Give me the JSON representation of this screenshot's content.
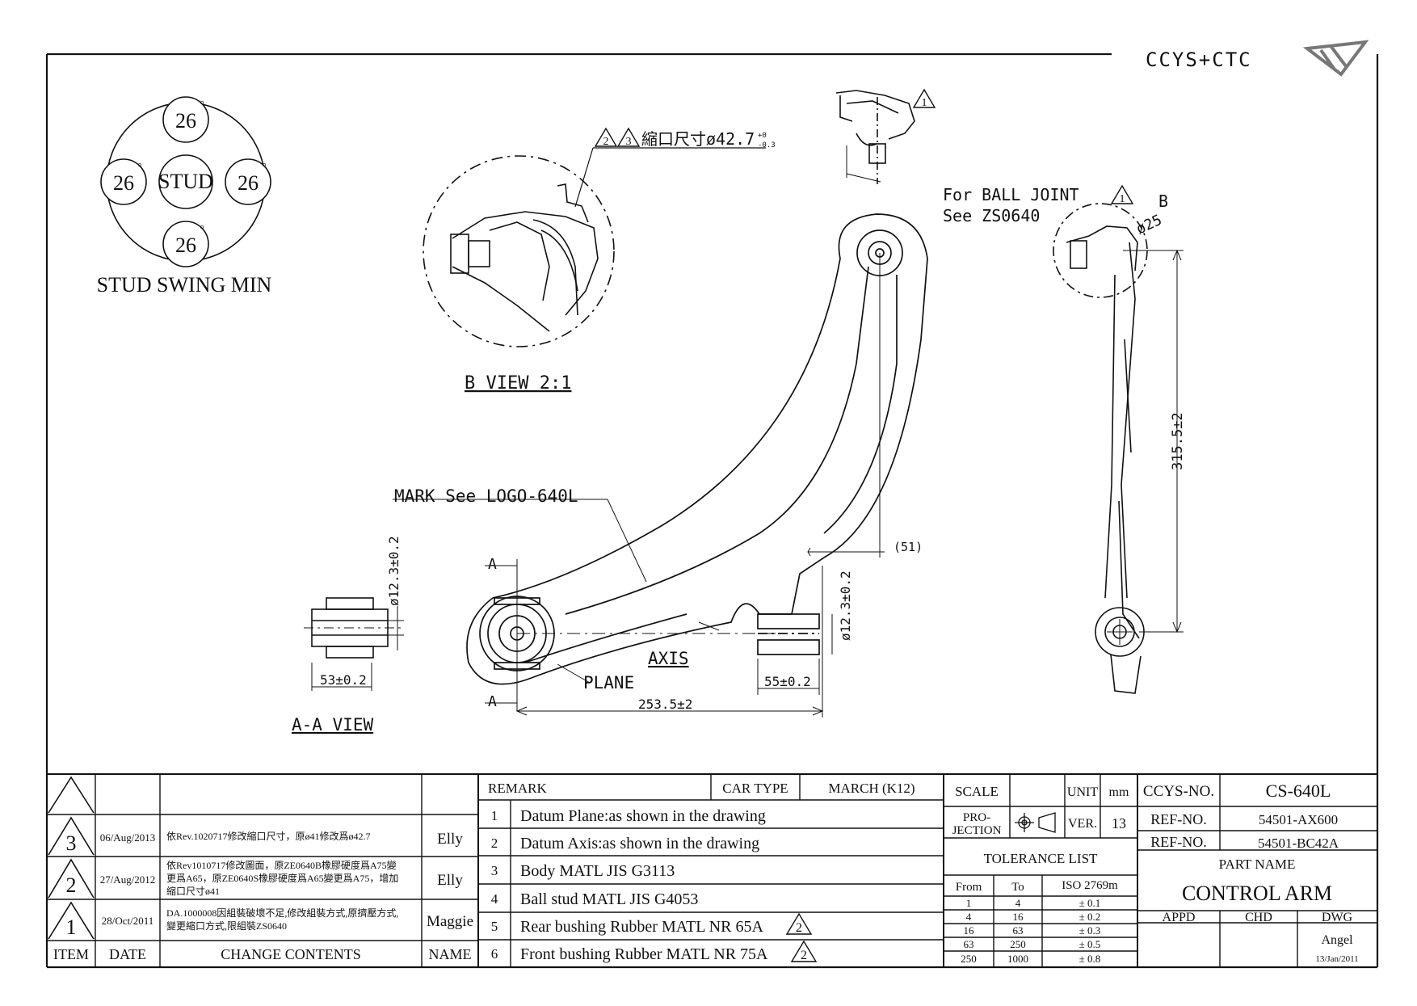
{
  "logo": {
    "text": "CCYS+CTC"
  },
  "stud_swing": {
    "center_label": "STUD",
    "angles": [
      "26",
      "26",
      "26",
      "26"
    ],
    "degree_mark": "°",
    "title": "STUD SWING MIN"
  },
  "b_view": {
    "note": "縮口尺寸ø42.7",
    "tol_upper": "+0",
    "tol_lower": "-0.3",
    "rev_marks": [
      "2",
      "3"
    ],
    "title": "B VIEW 2:1"
  },
  "top_detail": {
    "rev_mark": "1"
  },
  "ball_joint": {
    "line1": "For BALL JOINT",
    "line2": "See ZS0640",
    "rev_mark": "1",
    "label_b": "B",
    "dim": "ø25"
  },
  "side_view": {
    "height_dim": "315.5±2"
  },
  "main_view": {
    "mark": "MARK See LOGO-640L",
    "axis": "AXIS",
    "plane": "PLANE",
    "a_top": "A",
    "a_bottom": "A",
    "offset_dim": "(51)",
    "bush_dia": "ø12.3±0.2",
    "bush_width": "55±0.2",
    "length": "253.5±2"
  },
  "aa_view": {
    "dia": "ø12.3±0.2",
    "width": "53±0.2",
    "title": "A-A VIEW"
  },
  "revisions": [
    {
      "item": "3",
      "date": "06/Aug/2013",
      "lines": [
        "依Rev.1020717修改縮口尺寸，原ø41修改爲ø42.7"
      ],
      "name": "Elly"
    },
    {
      "item": "2",
      "date": "27/Aug/2012",
      "lines": [
        "依Rev1010717修改圖面，原ZE0640B橡膠硬度爲A75變",
        "更爲A65，原ZE0640S橡膠硬度爲A65變更爲A75，增加",
        "縮口尺寸ø41"
      ],
      "name": "Elly"
    },
    {
      "item": "1",
      "date": "28/Oct/2011",
      "lines": [
        "DA.1000008因組裝破壞不足,修改組裝方式,原擠壓方式,",
        "變更縮口方式,限組裝ZS0640"
      ],
      "name": "Maggie"
    }
  ],
  "rev_headers": {
    "item": "ITEM",
    "date": "DATE",
    "contents": "CHANGE CONTENTS",
    "name": "NAME"
  },
  "remark": {
    "header": "REMARK",
    "car_type_label": "CAR TYPE",
    "car_type": "MARCH (K12)",
    "items": [
      {
        "no": "1",
        "text": "Datum Plane:as shown in the drawing",
        "rev": ""
      },
      {
        "no": "2",
        "text": "Datum Axis:as shown in the drawing",
        "rev": ""
      },
      {
        "no": "3",
        "text": "Body MATL JIS G3113",
        "rev": ""
      },
      {
        "no": "4",
        "text": "Ball stud MATL JIS G4053",
        "rev": ""
      },
      {
        "no": "5",
        "text": "Rear bushing Rubber MATL NR 65A",
        "rev": "2"
      },
      {
        "no": "6",
        "text": "Front bushing Rubber MATL NR 75A",
        "rev": "2"
      }
    ]
  },
  "spec": {
    "scale_label": "SCALE",
    "unit_label": "UNIT",
    "unit": "mm",
    "projection_label_1": "PRO-",
    "projection_label_2": "JECTION",
    "ver_label": "VER.",
    "ver": "13",
    "tolerance_title": "TOLERANCE LIST",
    "tol_headers": [
      "From",
      "To",
      "ISO 2769m"
    ],
    "tolerances": [
      {
        "from": "1",
        "to": "4",
        "tol": "± 0.1"
      },
      {
        "from": "4",
        "to": "16",
        "tol": "± 0.2"
      },
      {
        "from": "16",
        "to": "63",
        "tol": "± 0.3"
      },
      {
        "from": "63",
        "to": "250",
        "tol": "± 0.5"
      },
      {
        "from": "250",
        "to": "1000",
        "tol": "± 0.8"
      }
    ]
  },
  "title_block": {
    "ccys_label": "CCYS-NO.",
    "ccys_no": "CS-640L",
    "ref1_label": "REF-NO.",
    "ref1": "54501-AX600",
    "ref2_label": "REF-NO.",
    "ref2": "54501-BC42A",
    "part_name_label": "PART NAME",
    "part_name": "CONTROL ARM",
    "appd": "APPD",
    "chd": "CHD",
    "dwg": "DWG",
    "drawer": "Angel",
    "date": "13/Jan/2011"
  }
}
